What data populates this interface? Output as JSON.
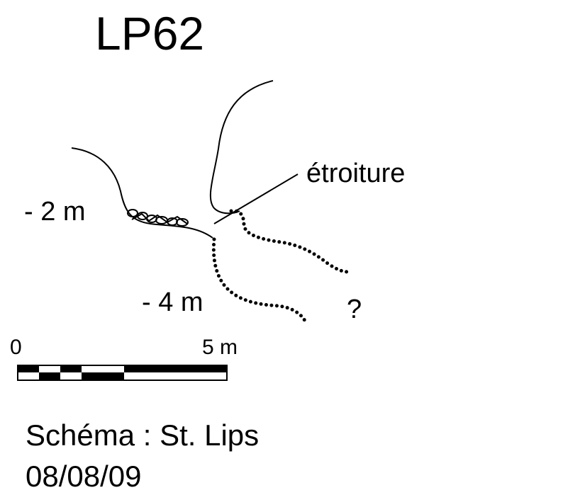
{
  "title": "LP62",
  "labels": {
    "narrowing": "étroiture",
    "depth_upper": "- 2 m",
    "depth_lower": "- 4 m",
    "unexplored": "?"
  },
  "scale": {
    "start_label": "0",
    "end_label": "5 m"
  },
  "credits": {
    "author": "Schéma : St. Lips",
    "date": "08/08/09"
  },
  "colors": {
    "ink": "#000000",
    "paper": "#ffffff"
  }
}
